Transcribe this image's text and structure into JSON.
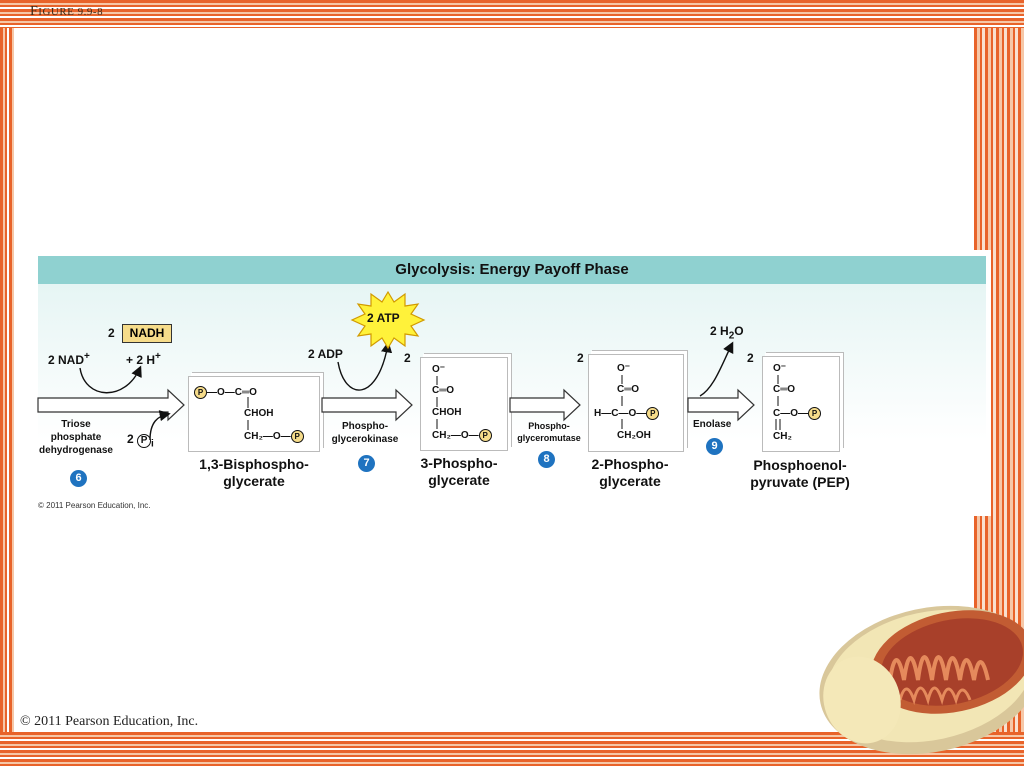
{
  "slide": {
    "title_first": "F",
    "title_rest": "IGURE 9.9-8",
    "footer": "© 2011 Pearson Education, Inc."
  },
  "figure": {
    "title": "Glycolysis: Energy Payoff Phase",
    "copyright": "© 2011 Pearson Education, Inc.",
    "step6": {
      "number": "6",
      "coef_nadh": "2",
      "nadh": "NADH",
      "nad": "2 NAD",
      "nad_sup": "+",
      "h": "+ 2 H",
      "h_sup": "+",
      "pi_coef": "2",
      "pi": "P",
      "pi_sub": "i",
      "enzyme_1": "Triose",
      "enzyme_2": "phosphate",
      "enzyme_3": "dehydrogenase"
    },
    "step7": {
      "number": "7",
      "adp": "2 ADP",
      "atp": "2 ATP",
      "coef": "2",
      "enzyme_1": "Phospho-",
      "enzyme_2": "glycerokinase"
    },
    "step8": {
      "number": "8",
      "coef": "2",
      "enzyme_1": "Phospho-",
      "enzyme_2": "glyceromutase"
    },
    "step9": {
      "number": "9",
      "water": "2 H",
      "water_sub": "2",
      "water_o": "O",
      "coef": "2",
      "enzyme": "Enolase"
    },
    "molecules": {
      "bpg": {
        "name_1": "1,3-Bisphospho-",
        "name_2": "glycerate"
      },
      "pg3": {
        "name_1": "3-Phospho-",
        "name_2": "glycerate"
      },
      "pg2": {
        "name_1": "2-Phospho-",
        "name_2": "glycerate"
      },
      "pep": {
        "name_1": "Phosphoenol-",
        "name_2": "pyruvate (PEP)"
      }
    },
    "structure_text": {
      "p": "P",
      "o_minus": "O⁻",
      "c_double_o": "C═O",
      "o": "O",
      "c": "C",
      "choh": "CHOH",
      "ch2": "CH₂",
      "ch2oh": "CH₂OH",
      "h": "H",
      "dash_o_dash": "—O—",
      "bond_v": "|"
    }
  }
}
